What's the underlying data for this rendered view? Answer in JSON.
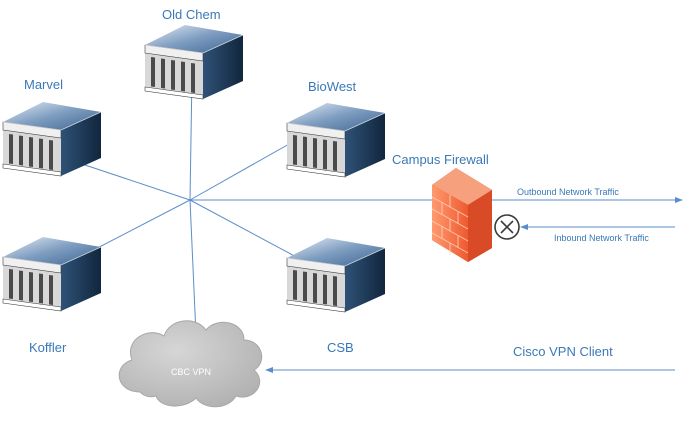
{
  "nodes": {
    "old_chem": "Old Chem",
    "marvel": "Marvel",
    "biowest": "BioWest",
    "koffler": "Koffler",
    "csb": "CSB"
  },
  "firewall": {
    "label": "Campus Firewall"
  },
  "traffic": {
    "outbound": "Outbound Network Traffic",
    "inbound": "Inbound Network Traffic"
  },
  "vpn": {
    "cloud_label": "CBC VPN",
    "client_label": "Cisco VPN Client"
  },
  "colors": {
    "link": "#5b8ec9",
    "label": "#3a78b6",
    "building_top": "#6c8fb5",
    "building_side": "#1e3a5a",
    "firewall": "#f0623a",
    "cloud": "#c4c4c4"
  }
}
